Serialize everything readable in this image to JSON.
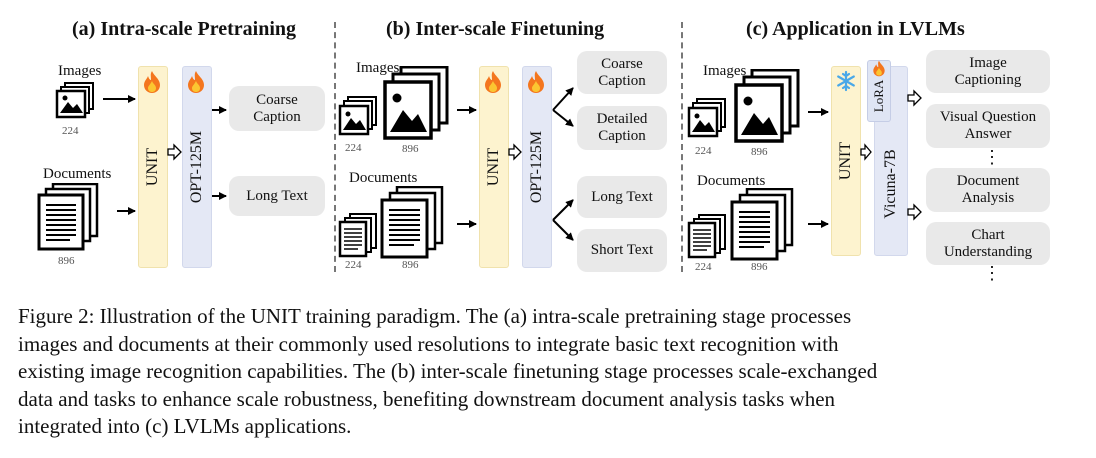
{
  "panels": {
    "a": {
      "title": "(a) Intra-scale Pretraining",
      "images_label": "Images",
      "documents_label": "Documents",
      "image_res": "224",
      "doc_res": "896",
      "encoder": "UNIT",
      "decoder": "OPT-125M",
      "outputs": [
        "Coarse\nCaption",
        "Long Text"
      ]
    },
    "b": {
      "title": "(b) Inter-scale Finetuning",
      "images_label": "Images",
      "documents_label": "Documents",
      "res_small": "224",
      "res_large": "896",
      "encoder": "UNIT",
      "decoder": "OPT-125M",
      "outputs": [
        "Coarse\nCaption",
        "Detailed\nCaption",
        "Long Text",
        "Short Text"
      ]
    },
    "c": {
      "title": "(c) Application in LVLMs",
      "images_label": "Images",
      "documents_label": "Documents",
      "res_small": "224",
      "res_large": "896",
      "encoder": "UNIT",
      "adapter": "LoRA",
      "llm": "Vicuna-7B",
      "outputs": [
        "Image\nCaptioning",
        "Visual  Question\nAnswer",
        "Document\nAnalysis",
        "Chart\nUnderstanding"
      ],
      "ellipsis": "⋮"
    }
  },
  "icons": {
    "fire": "fire-icon",
    "snowflake": "snowflake-icon",
    "image_stack": "image-stack-icon",
    "document_stack": "document-stack-icon"
  },
  "colors": {
    "unit_fill": "#fdf3cf",
    "opt_fill": "#e4e8f5",
    "output_fill": "#e9e9e9",
    "snowflake": "#4aa8e8"
  },
  "caption": [
    "Figure 2: Illustration of the UNIT training paradigm. The (a) intra-scale pretraining stage processes",
    "images and documents at their commonly used resolutions to integrate basic text recognition with",
    "existing image recognition capabilities. The (b) inter-scale finetuning stage processes scale-exchanged",
    "data and tasks to enhance scale robustness, benefiting downstream document analysis tasks when",
    "integrated into (c) LVLMs applications."
  ]
}
